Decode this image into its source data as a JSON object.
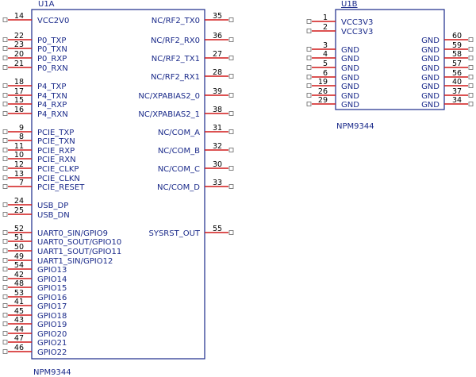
{
  "u1a": {
    "designator": "U1A",
    "part": "NPM9344",
    "left_pins": [
      {
        "num": "14",
        "name": "VCC2V0"
      },
      {
        "num": "22",
        "name": "P0_TXP"
      },
      {
        "num": "23",
        "name": "P0_TXN"
      },
      {
        "num": "20",
        "name": "P0_RXP"
      },
      {
        "num": "21",
        "name": "P0_RXN"
      },
      {
        "num": "18",
        "name": "P4_TXP"
      },
      {
        "num": "17",
        "name": "P4_TXN"
      },
      {
        "num": "15",
        "name": "P4_RXP"
      },
      {
        "num": "16",
        "name": "P4_RXN"
      },
      {
        "num": "9",
        "name": "PCIE_TXP"
      },
      {
        "num": "8",
        "name": "PCIE_TXN"
      },
      {
        "num": "11",
        "name": "PCIE_RXP"
      },
      {
        "num": "10",
        "name": "PCIE_RXN"
      },
      {
        "num": "12",
        "name": "PCIE_CLKP"
      },
      {
        "num": "13",
        "name": "PCIE_CLKN"
      },
      {
        "num": "7",
        "name": "PCIE_RESET"
      },
      {
        "num": "24",
        "name": "USB_DP"
      },
      {
        "num": "25",
        "name": "USB_DN"
      },
      {
        "num": "52",
        "name": "UART0_SIN/GPIO9"
      },
      {
        "num": "51",
        "name": "UART0_SOUT/GPIO10"
      },
      {
        "num": "50",
        "name": "UART1_SOUT/GPIO11"
      },
      {
        "num": "49",
        "name": "UART1_SIN/GPIO12"
      },
      {
        "num": "54",
        "name": "GPIO13"
      },
      {
        "num": "42",
        "name": "GPIO14"
      },
      {
        "num": "48",
        "name": "GPIO15"
      },
      {
        "num": "53",
        "name": "GPIO16"
      },
      {
        "num": "41",
        "name": "GPIO17"
      },
      {
        "num": "45",
        "name": "GPIO18"
      },
      {
        "num": "43",
        "name": "GPIO19"
      },
      {
        "num": "44",
        "name": "GPIO20"
      },
      {
        "num": "47",
        "name": "GPIO21"
      },
      {
        "num": "46",
        "name": "GPIO22"
      }
    ],
    "right_pins": [
      {
        "num": "35",
        "name": "NC/RF2_TX0"
      },
      {
        "num": "36",
        "name": "NC/RF2_RX0"
      },
      {
        "num": "27",
        "name": "NC/RF2_TX1"
      },
      {
        "num": "28",
        "name": "NC/RF2_RX1"
      },
      {
        "num": "39",
        "name": "NC/XPABIAS2_0"
      },
      {
        "num": "38",
        "name": "NC/XPABIAS2_1"
      },
      {
        "num": "31",
        "name": "NC/COM_A"
      },
      {
        "num": "32",
        "name": "NC/COM_B"
      },
      {
        "num": "30",
        "name": "NC/COM_C"
      },
      {
        "num": "33",
        "name": "NC/COM_D"
      },
      {
        "num": "55",
        "name": "SYSRST_OUT"
      }
    ]
  },
  "u1b": {
    "designator": "U1B",
    "part": "NPM9344",
    "left_pins": [
      {
        "num": "1",
        "name": "VCC3V3"
      },
      {
        "num": "2",
        "name": "VCC3V3"
      },
      {
        "num": "3",
        "name": "GND"
      },
      {
        "num": "4",
        "name": "GND"
      },
      {
        "num": "5",
        "name": "GND"
      },
      {
        "num": "6",
        "name": "GND"
      },
      {
        "num": "19",
        "name": "GND"
      },
      {
        "num": "26",
        "name": "GND"
      },
      {
        "num": "29",
        "name": "GND"
      }
    ],
    "right_pins": [
      {
        "num": "60",
        "name": "GND"
      },
      {
        "num": "59",
        "name": "GND"
      },
      {
        "num": "58",
        "name": "GND"
      },
      {
        "num": "57",
        "name": "GND"
      },
      {
        "num": "56",
        "name": "GND"
      },
      {
        "num": "40",
        "name": "GND"
      },
      {
        "num": "37",
        "name": "GND"
      },
      {
        "num": "34",
        "name": "GND"
      }
    ]
  }
}
